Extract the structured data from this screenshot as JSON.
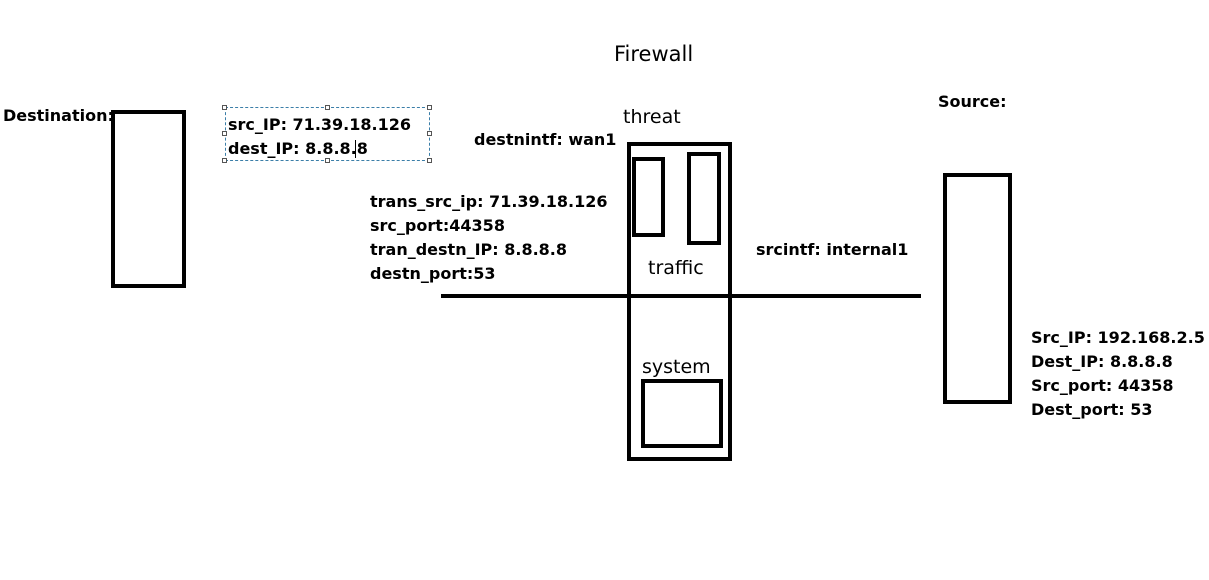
{
  "title": "Firewall",
  "destination": {
    "label": "Destination:"
  },
  "source": {
    "label": "Source:",
    "fields": [
      "Src_IP: 192.168.2.5",
      "Dest_IP: 8.8.8.8",
      "Src_port: 44358",
      "Dest_port: 53"
    ]
  },
  "selected_text": [
    "src_IP: 71.39.18.126",
    "dest_IP: 8.8.8.8"
  ],
  "destnintf": "destnintf: wan1",
  "srcintf": "srcintf: internal1",
  "translation": [
    "trans_src_ip: 71.39.18.126",
    "src_port:44358",
    "tran_destn_IP: 8.8.8.8",
    "destn_port:53"
  ],
  "firewall_sections": {
    "threat": "threat",
    "traffic": "traffic",
    "system": "system"
  }
}
